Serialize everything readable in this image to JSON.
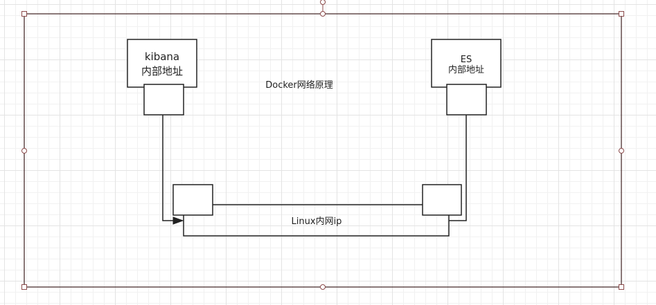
{
  "diagram": {
    "title": "Docker网络原理",
    "kibana": {
      "name": "kibana",
      "sub": "内部地址"
    },
    "es": {
      "name": "ES",
      "sub": "内部地址"
    },
    "linux": {
      "label": "Linux内网ip"
    }
  },
  "colors": {
    "line": "#222222",
    "frame": "#3d1f1f",
    "handle_stroke": "#8b4a4a",
    "grid": "#e3e3e3"
  }
}
